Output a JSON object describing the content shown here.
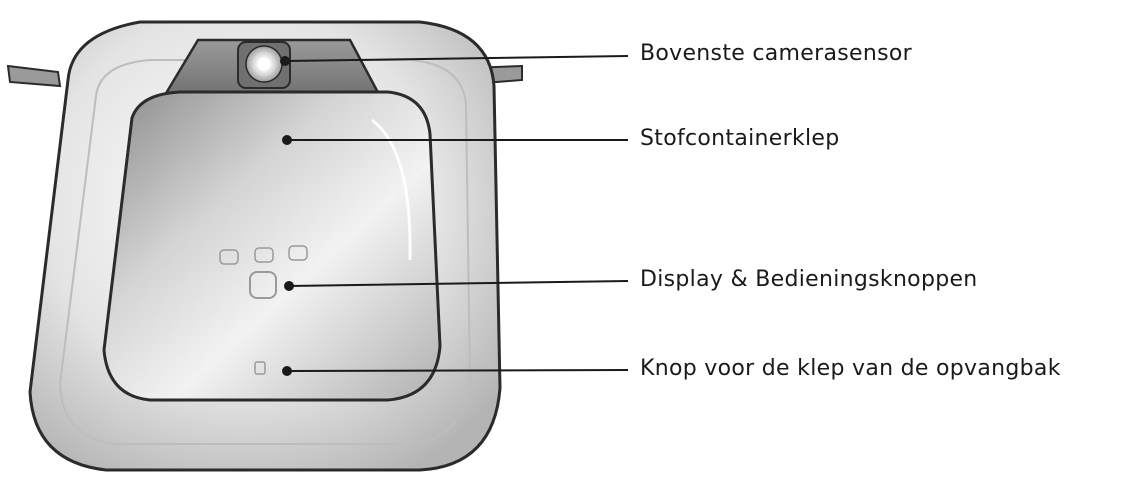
{
  "callouts": [
    {
      "id": "camera",
      "label": "Bovenste camerasensor"
    },
    {
      "id": "dust",
      "label": "Stofcontainerklep"
    },
    {
      "id": "display",
      "label": "Display & Bedieningsknoppen"
    },
    {
      "id": "button",
      "label": "Knop voor de klep van de opvangbak"
    }
  ],
  "colors": {
    "body_outer": "#cfcfcf",
    "body_inner": "#9e9e9e",
    "lid": "#b8b8b8",
    "outline": "#2b2b2b",
    "text": "#1a1a1a"
  }
}
